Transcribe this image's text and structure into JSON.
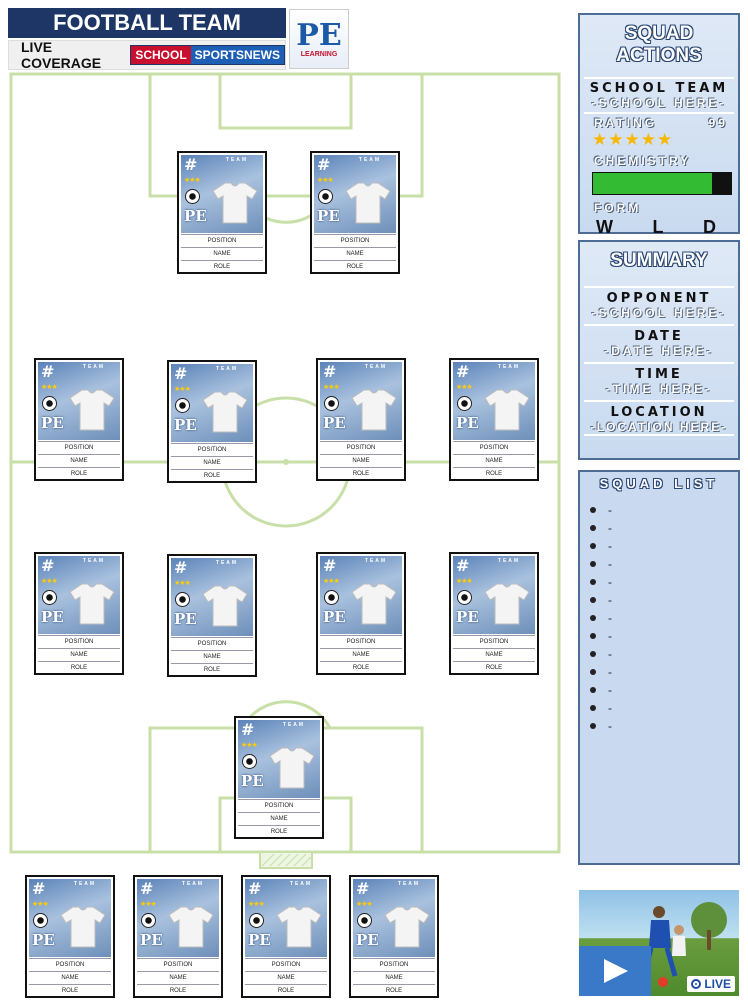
{
  "header": {
    "title": "FOOTBALL TEAM",
    "live_label": "LIVE COVERAGE",
    "badge_part1": "SCHOOL",
    "badge_part2": "SPORTSNEWS",
    "logo_text": "PE",
    "logo_sub": "LEARNING"
  },
  "card_template": {
    "hash": "#",
    "team": "TEAM",
    "position": "POSITION",
    "name": "NAME",
    "role": "ROLE",
    "pe": "PE"
  },
  "squad_actions": {
    "title": "SQUAD ACTIONS",
    "team_label": "SCHOOL TEAM",
    "team_value": "-SCHOOL HERE-",
    "rating_label": "RATING",
    "rating_value": "99",
    "stars": "★★★★★",
    "rating_stars": 5,
    "chemistry_label": "CHEMISTRY",
    "chemistry_level": 0.86,
    "form_label": "FORM",
    "form_w": "W",
    "form_l": "L",
    "form_d": "D"
  },
  "summary": {
    "title": "SUMMARY",
    "opponent_label": "OPPONENT",
    "opponent_value": "-SCHOOL HERE-",
    "date_label": "DATE",
    "date_value": "-DATE HERE-",
    "time_label": "TIME",
    "time_value": "-TIME HERE-",
    "location_label": "LOCATION",
    "location_value": "-LOCATION HERE-"
  },
  "squad_list": {
    "title": "SQUAD LIST",
    "items": [
      "-",
      "-",
      "-",
      "-",
      "-",
      "-",
      "-",
      "-",
      "-",
      "-",
      "-",
      "-",
      "-"
    ]
  },
  "video": {
    "live_label": "LIVE"
  },
  "colors": {
    "header_bg": "#1d3666",
    "pitch_line": "#c8dfa8",
    "panel_bg": "#c9daf0",
    "chemistry_fill": "#33bb33"
  }
}
